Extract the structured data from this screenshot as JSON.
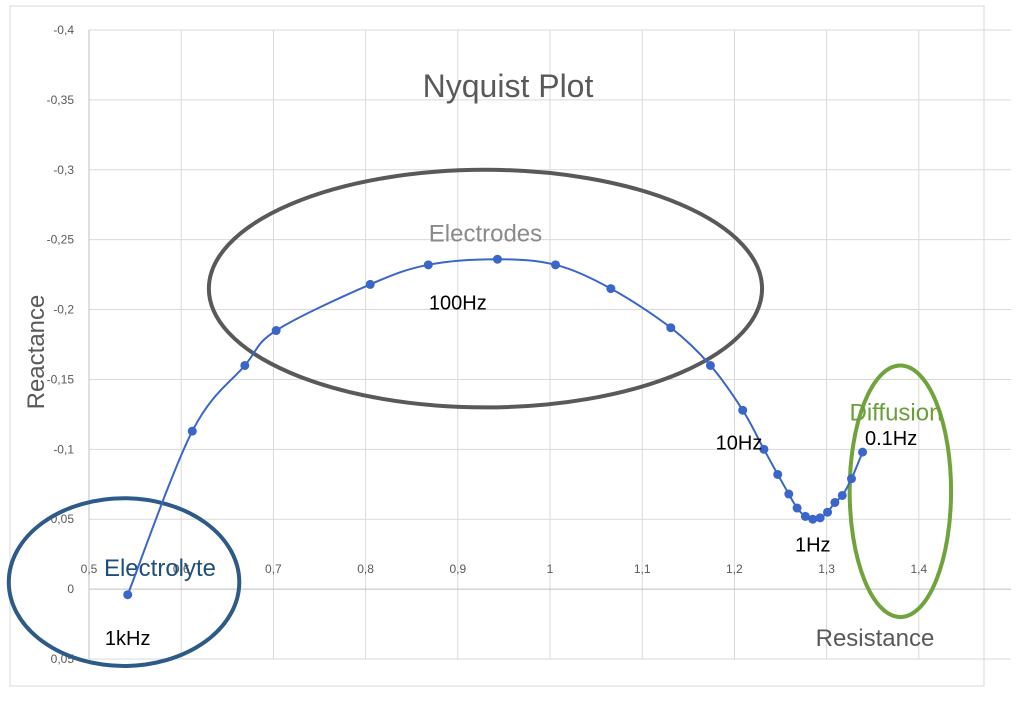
{
  "chart_data": {
    "type": "scatter",
    "title": "Nyquist Plot",
    "xlabel": "Resistance",
    "ylabel": "Reactance",
    "xlim": [
      0.5,
      1.5
    ],
    "ylim": [
      -0.4,
      0.05
    ],
    "y_reversed": true,
    "x_ticks": [
      "0,5",
      "0,6",
      "0,7",
      "0,8",
      "0,9",
      "1",
      "1,1",
      "1,2",
      "1,3",
      "1,4"
    ],
    "x_tick_values": [
      0.5,
      0.6,
      0.7,
      0.8,
      0.9,
      1.0,
      1.1,
      1.2,
      1.3,
      1.4
    ],
    "y_ticks": [
      "-0,4",
      "-0,35",
      "-0,3",
      "-0,25",
      "-0,2",
      "-0,15",
      "-0,1",
      "-0,05",
      "0",
      "0,05"
    ],
    "y_tick_values": [
      -0.4,
      -0.35,
      -0.3,
      -0.25,
      -0.2,
      -0.15,
      -0.1,
      -0.05,
      0,
      0.05
    ],
    "grid": true,
    "series": [
      {
        "color": "#3a66c9",
        "points": [
          [
            0.542,
            0.004
          ],
          [
            0.612,
            -0.113
          ],
          [
            0.669,
            -0.16
          ],
          [
            0.703,
            -0.185
          ],
          [
            0.805,
            -0.218
          ],
          [
            0.868,
            -0.232
          ],
          [
            0.943,
            -0.236
          ],
          [
            1.006,
            -0.232
          ],
          [
            1.066,
            -0.215
          ],
          [
            1.131,
            -0.187
          ],
          [
            1.174,
            -0.16
          ],
          [
            1.209,
            -0.128
          ],
          [
            1.232,
            -0.1
          ],
          [
            1.247,
            -0.082
          ],
          [
            1.259,
            -0.068
          ],
          [
            1.268,
            -0.058
          ],
          [
            1.277,
            -0.052
          ],
          [
            1.285,
            -0.05
          ],
          [
            1.293,
            -0.051
          ],
          [
            1.301,
            -0.055
          ],
          [
            1.309,
            -0.062
          ],
          [
            1.317,
            -0.067
          ],
          [
            1.327,
            -0.079
          ],
          [
            1.339,
            -0.098
          ]
        ]
      }
    ],
    "regions": [
      {
        "label": "Electrodes",
        "cx": 0.93,
        "cy": -0.215,
        "rx": 0.3,
        "ry": 0.085,
        "color": "#595959",
        "label_color": "#8a8a8a"
      },
      {
        "label": "Electrolyte",
        "cx": 0.538,
        "cy": -0.005,
        "rx": 0.125,
        "ry": 0.06,
        "color": "#2e5a87",
        "label_color": "#1f4e79"
      },
      {
        "label": "Diffusion",
        "cx": 1.38,
        "cy": -0.07,
        "rx": 0.055,
        "ry": 0.09,
        "color": "#70a33c",
        "label_color": "#6a9e3a"
      }
    ],
    "annotations": [
      {
        "text": "100Hz",
        "x": 0.9,
        "y": -0.2
      },
      {
        "text": "10Hz",
        "x": 1.205,
        "y": -0.1
      },
      {
        "text": "1Hz",
        "x": 1.285,
        "y": -0.027
      },
      {
        "text": "0.1Hz",
        "x": 1.37,
        "y": -0.103
      },
      {
        "text": "1kHz",
        "x": 0.542,
        "y": 0.04
      }
    ]
  }
}
